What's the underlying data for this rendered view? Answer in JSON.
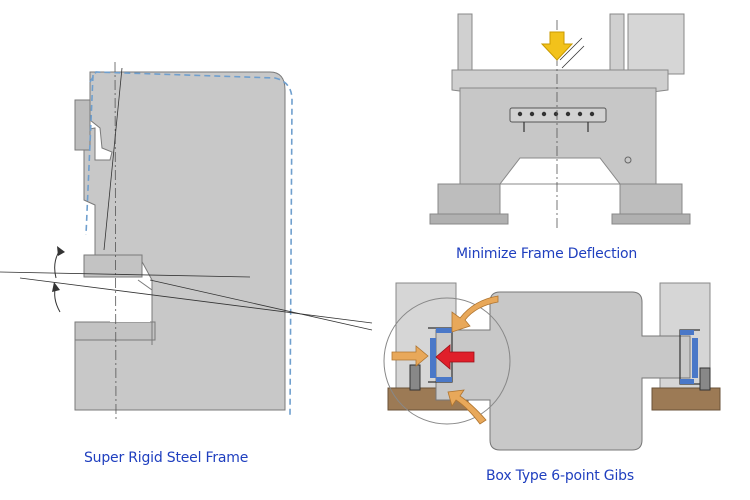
{
  "captions": {
    "frame": "Super Rigid Steel Frame",
    "deflection": "Minimize Frame Deflection",
    "gibs": "Box Type 6-point Gibs"
  },
  "colors": {
    "frame_gray": "#c8c8c8",
    "outline": "#6e6e6e",
    "dashed_deflection": "#6f9fce",
    "caption_blue": "#1f3fbf",
    "gib_blue": "#4a78c8",
    "force_orange": "#e8a85a",
    "force_red": "#e01f2a",
    "load_yellow": "#f2c21b",
    "base_brown": "#9c7a55"
  },
  "icons": {
    "load_arrow": "down-arrow-icon",
    "force_arrows": "arrow-icon"
  }
}
